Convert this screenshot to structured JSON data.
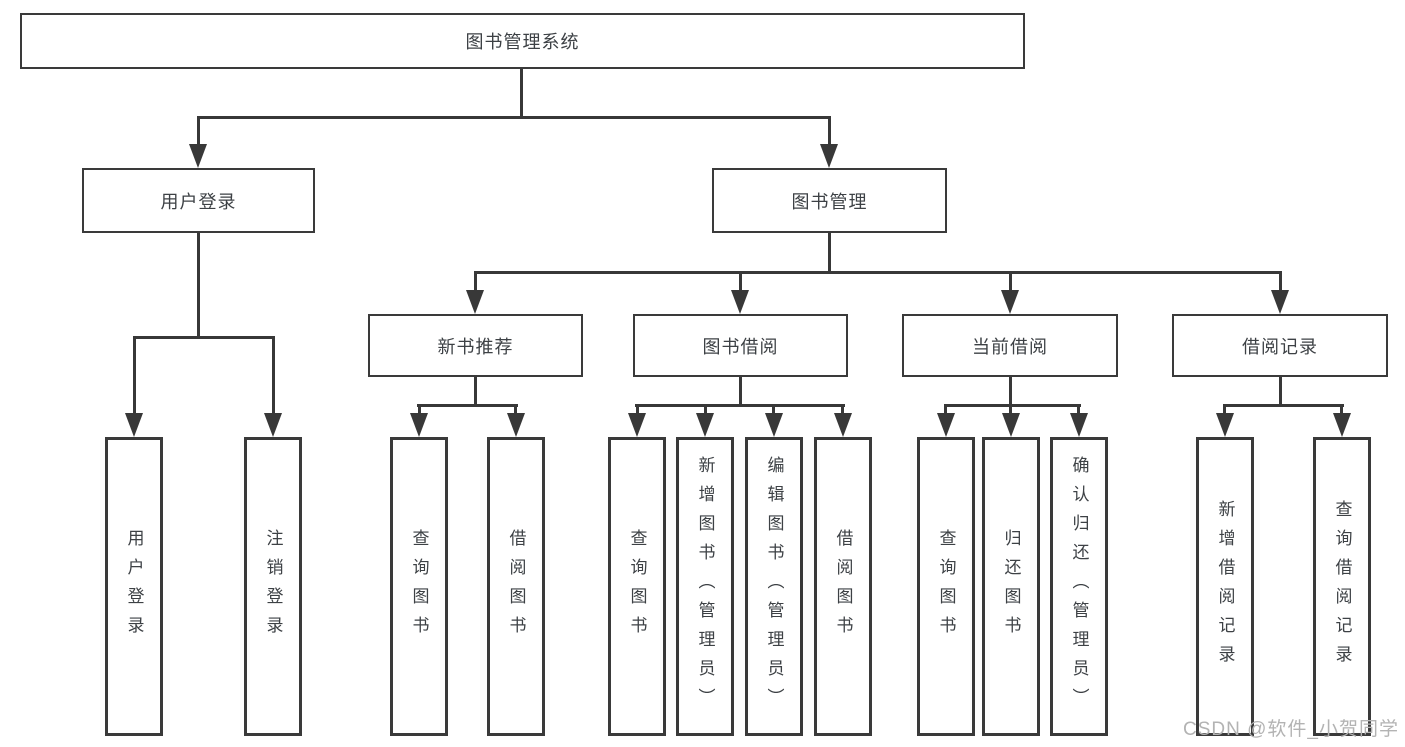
{
  "diagram": {
    "root": {
      "label": "图书管理系统"
    },
    "level2": [
      {
        "label": "用户登录"
      },
      {
        "label": "图书管理"
      }
    ],
    "level3": [
      {
        "label": "新书推荐"
      },
      {
        "label": "图书借阅"
      },
      {
        "label": "当前借阅"
      },
      {
        "label": "借阅记录"
      }
    ],
    "leaves": {
      "user_login": [
        "用户登录",
        "注销登录"
      ],
      "new_books": [
        "查询图书",
        "借阅图书"
      ],
      "borrow": [
        "查询图书",
        "新增图书（管理员）",
        "编辑图书（管理员）",
        "借阅图书"
      ],
      "current": [
        "查询图书",
        "归还图书",
        "确认归还（管理员）"
      ],
      "records": [
        "新增借阅记录",
        "查询借阅记录"
      ]
    },
    "watermark": "CSDN @软件_小贺同学",
    "colors": {
      "line": "#383838",
      "text": "#3d4145",
      "watermark": "#b3b3b3",
      "background": "#ffffff"
    }
  }
}
